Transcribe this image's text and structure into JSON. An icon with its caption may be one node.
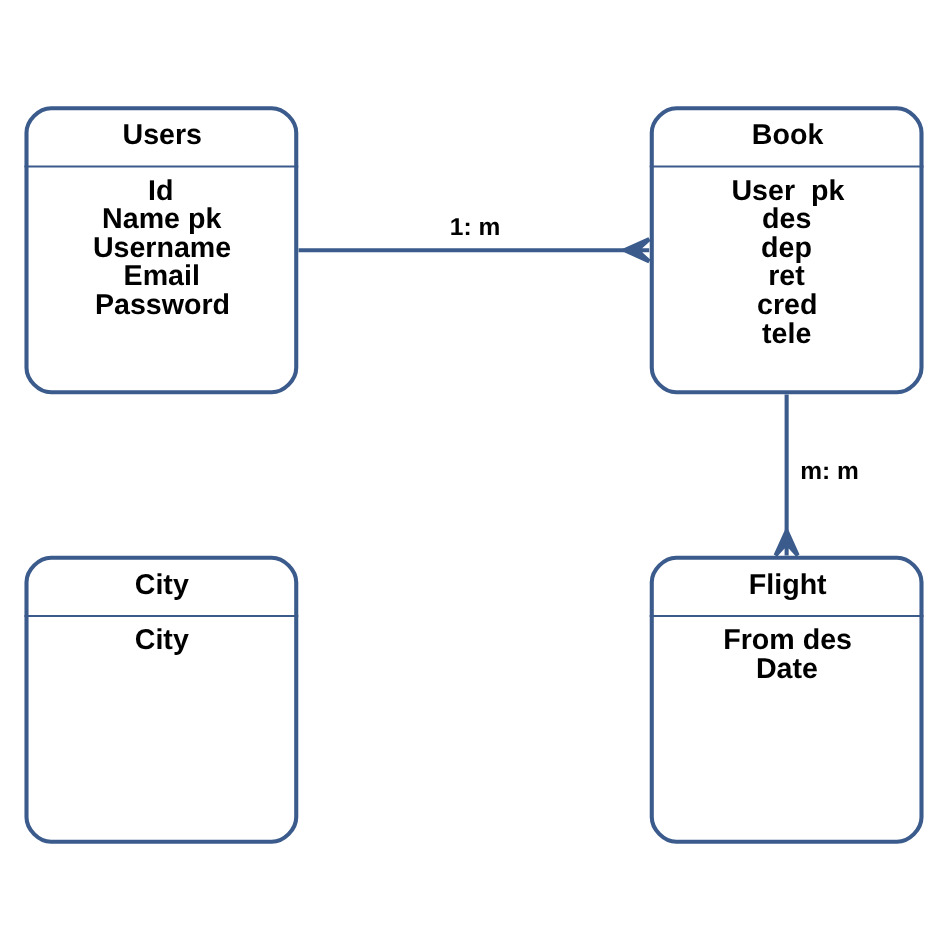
{
  "diagram": {
    "nodes": [
      {
        "text": [
          "Users",
          "Id",
          "Name pk",
          "Username",
          "Email",
          "Password"
        ]
      },
      {
        "text": [
          "Book",
          "User  pk",
          "des",
          "dep",
          "ret",
          "cred",
          "tele"
        ]
      },
      {
        "text": [
          "City",
          "City"
        ]
      },
      {
        "text": [
          "Flight",
          "From des",
          "Date"
        ]
      }
    ],
    "edges": [
      {
        "from": 0,
        "to": 1,
        "arrow": "other",
        "label": "1: m"
      },
      {
        "from": 1,
        "to": 3,
        "arrow": "other",
        "label": "m: m"
      }
    ]
  }
}
